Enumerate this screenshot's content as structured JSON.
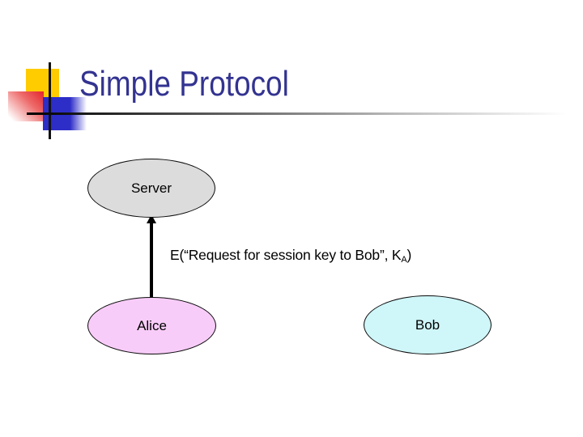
{
  "slide": {
    "title": "Simple Protocol",
    "message_label": {
      "prefix": "E(“Request for session key to Bob”, K",
      "subscript": "A",
      "suffix": ")"
    },
    "nodes": [
      {
        "id": "server",
        "label": "Server",
        "fill": "#dcdcdc"
      },
      {
        "id": "alice",
        "label": "Alice",
        "fill": "#f8ccf8"
      },
      {
        "id": "bob",
        "label": "Bob",
        "fill": "#cff6f8"
      }
    ],
    "edges": [
      {
        "from": "alice",
        "to": "server",
        "type": "arrow"
      }
    ],
    "colors": {
      "title_text": "#333391",
      "accent_yellow": "#ffcc00",
      "accent_red": "#e3242c",
      "accent_blue": "#2d2dc8",
      "outline": "#000000"
    }
  }
}
